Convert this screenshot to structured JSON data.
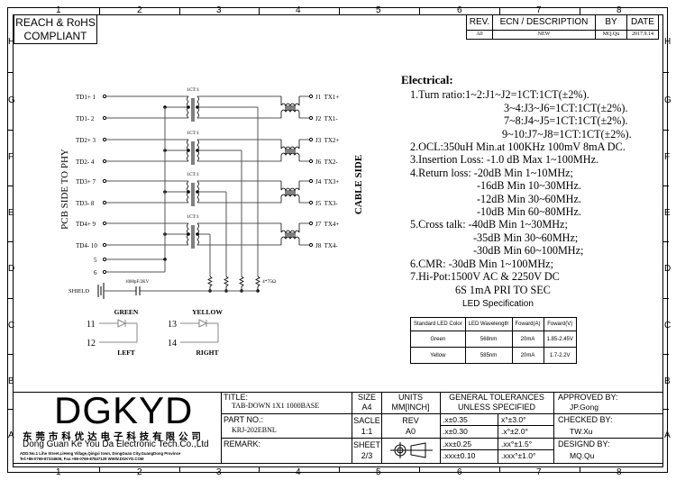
{
  "zones": {
    "columns": [
      "1",
      "2",
      "3",
      "4",
      "5",
      "6",
      "7",
      "8"
    ],
    "rows": [
      "H",
      "G",
      "F",
      "E",
      "D",
      "C",
      "B",
      "A"
    ]
  },
  "compliance": "REACH & RoHS\nCOMPLIANT",
  "compliance_lines": [
    "REACH & RoHS",
    "COMPLIANT"
  ],
  "revision": {
    "headers": [
      "REV.",
      "ECN / DESCRIPTION",
      "BY",
      "DATE"
    ],
    "row": [
      "A0",
      "NEW",
      "MQ.Qu",
      "2017.9.14"
    ]
  },
  "schematic": {
    "left_side_label": "PCB SIDE TO PHY",
    "right_side_label": "CABLE SIDE",
    "left_pins": [
      "TD1+ 1",
      "TD1- 2",
      "TD2+ 3",
      "TD2- 4",
      "TD3+ 7",
      "TD3- 8",
      "TD4+ 9",
      "TD4- 10"
    ],
    "extra_pins": [
      "5",
      "6"
    ],
    "right_pins": [
      "J1  TX1+",
      "J2  TX1-",
      "J3  TX2+",
      "J6  TX2-",
      "J4  TX3+",
      "J5  TX3-",
      "J7  TX4+",
      "J8  TX4-"
    ],
    "transformer_ratio": "1CT:1",
    "resistor_label": "4*75Ω",
    "capacitor_label": "1000pF/2KV",
    "shield_label": "SHIELD",
    "leds": [
      {
        "color": "GREEN",
        "pins": [
          "11",
          "12"
        ],
        "position": "LEFT"
      },
      {
        "color": "YELLOW",
        "pins": [
          "13",
          "14"
        ],
        "position": "RIGHT"
      }
    ]
  },
  "electrical": {
    "title": "Electrical:",
    "lines": [
      "1.Turn ratio:1~2:J1~J2=1CT:1CT(±2%).",
      "3~4:J3~J6=1CT:1CT(±2%).",
      "7~8:J4~J5=1CT:1CT(±2%).",
      "9~10:J7~J8=1CT:1CT(±2%).",
      "2.OCL:350uH Min.at 100KHz 100mV 8mA DC.",
      "3.Insertion Loss: -1.0 dB Max 1~100MHz.",
      "4.Return loss: -20dB Min 1~10MHz;",
      "-16dB Min 10~30MHz.",
      "-12dB Min 30~60MHz.",
      "-10dB Min 60~80MHz.",
      "5.Cross talk: -40dB Min 1~30MHz;",
      "-35dB Min 30~60MHz;",
      "-30dB Min 60~100MHz;",
      "6.CMR: -30dB Min 1~100MHz;",
      "7.Hi-Pot:1500V AC & 2250V DC",
      "6S 1mA PRI TO SEC"
    ]
  },
  "led_spec": {
    "title": "LED Specification",
    "headers": [
      "Standard LED Color",
      "LED Wavelength",
      "Foward(A)",
      "Foward(V)"
    ],
    "rows": [
      [
        "Green",
        "568nm",
        "20mA",
        "1.85-2.45V"
      ],
      [
        "Yellow",
        "585nm",
        "20mA",
        "1.7-2.2V"
      ]
    ]
  },
  "title_block": {
    "logo": "DGKYD",
    "company_cn": "东 莞 市 科 优 达 电 子 科 技 有 限 公 司",
    "company_en": "Dong Guan Ke You Da Electronic Tech.Co.,Ltd",
    "address": "ADD:No.1 Lihe Street,LiHeng Village,Qingxi town, DongGuan City,GuangDong Province",
    "contact": "Tel:+86-0769-87334606; Fax:+86-0769-87847129  WWW.DGKYD.COM",
    "title_label": "TITLE:",
    "title_value": "TAB-DOWN 1X1 1000BASE",
    "part_label": "PART NO.:",
    "part_value": "KRJ-202EBNL",
    "remark_label": "REMARK:",
    "size_label": "SIZE",
    "size_value": "A4",
    "units_label": "UNITS",
    "units_value": "MM[INCH]",
    "scale_label": "SACLE",
    "scale_value": "1:1",
    "rev_label": "REV",
    "rev_value": "A0",
    "sheet_label": "SHEET",
    "sheet_value": "2/3",
    "tolerance_title": "GENERAL TOLERANCES",
    "tolerance_subtitle": "UNLESS SPECIFIED",
    "tolerances": [
      [
        ".x±0.35",
        "x°±3.0°"
      ],
      [
        ".x±0.30",
        ".x°±2.0°"
      ],
      [
        ".xx±0.25",
        ".xx°±1.5°"
      ],
      [
        ".xxx±0.10",
        ".xxx°±1.0°"
      ]
    ],
    "approved_label": "APPROVED BY:",
    "approved_value": "JP.Gong",
    "checked_label": "CHECKED BY:",
    "checked_value": "TW.Xu",
    "designed_label": "DESIGND BY:",
    "designed_value": "MQ.Qu"
  }
}
